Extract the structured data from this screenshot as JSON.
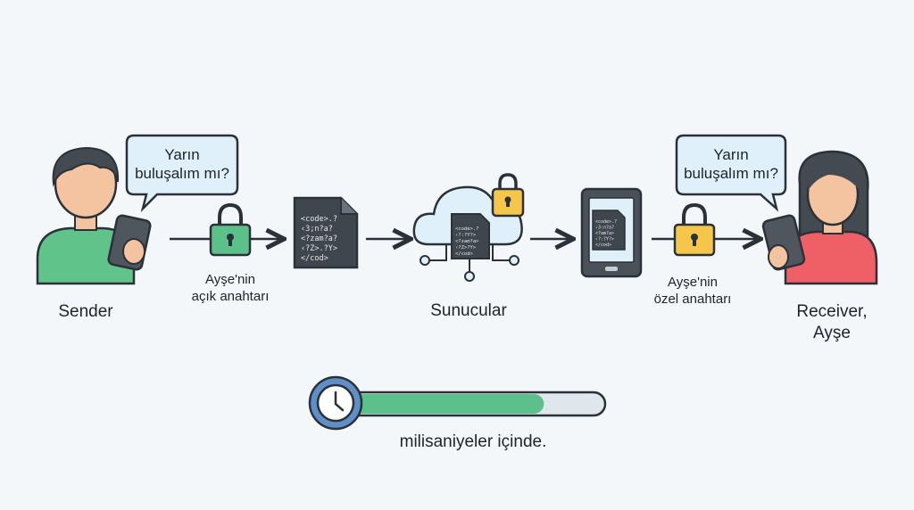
{
  "sender": {
    "label": "Sender",
    "message": [
      "Yarın",
      "buluşalım mı?"
    ]
  },
  "receiver": {
    "label": [
      "Receiver,",
      "Ayşe"
    ],
    "message": [
      "Yarın",
      "buluşalım mı?"
    ]
  },
  "public_key": {
    "label": [
      "Ayşe'nin",
      "açık anahtarı"
    ]
  },
  "private_key": {
    "label": [
      "Ayşe'nin",
      "özel anahtarı"
    ]
  },
  "servers": {
    "label": "Sunucular"
  },
  "encrypted_doc": {
    "lines": [
      "<code>.?",
      "‹3;n?a?",
      "<?zam?a?",
      "‹?Z>.?Y>",
      "</cod>"
    ]
  },
  "cloud_doc": {
    "lines": [
      "<code>.?",
      "‹?:?Y?>",
      "<?zam?a>",
      "‹?Z>?Y>",
      "</cod>"
    ]
  },
  "phone_doc": {
    "lines": [
      "<code>.?",
      "‹3:n?a?",
      "<?am?a>",
      "‹?:?Y?>",
      "</cod>"
    ]
  },
  "progress": {
    "value": 0.77,
    "caption": "milisaniyeler içinde."
  },
  "colors": {
    "green_lock": "#5cc08a",
    "yellow_lock": "#f6c64a",
    "progress_fill": "#5cc08a",
    "clock_blue": "#5f8fc8",
    "stroke": "#2b3138"
  }
}
